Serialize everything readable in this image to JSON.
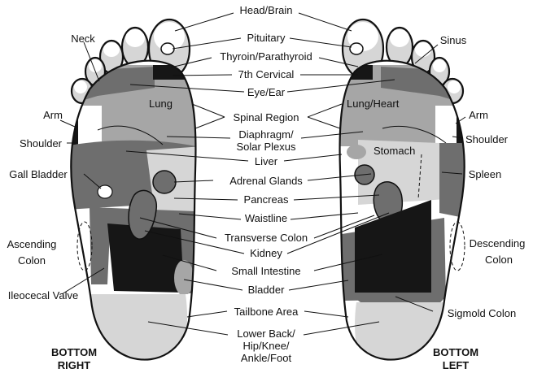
{
  "center_labels": [
    "Head/Brain",
    "Pituitary",
    "Thyroin/Parathyroid",
    "7th Cervical",
    "Eye/Ear",
    "Spinal Region",
    "Diaphragm/",
    "Solar Plexus",
    "Liver",
    "Adrenal Glands",
    "Pancreas",
    "Waistline",
    "Transverse Colon",
    "Kidney",
    "Small Intestine",
    "Bladder",
    "Tailbone Area",
    "Lower Back/",
    "Hip/Knee/",
    "Ankle/Foot"
  ],
  "left_side_labels": {
    "neck": "Neck",
    "arm": "Arm",
    "shoulder": "Shoulder",
    "gall_bladder": "Gall Bladder",
    "ascending_colon_1": "Ascending",
    "ascending_colon_2": "Colon",
    "ileocecal_valve": "Ileocecal Valve"
  },
  "right_side_labels": {
    "sinus": "Sinus",
    "arm": "Arm",
    "shoulder": "Shoulder",
    "spleen": "Spleen",
    "descending_colon_1": "Descending",
    "descending_colon_2": "Colon",
    "sigmoid_colon": "Sigmold Colon"
  },
  "in_foot_labels": {
    "lung": "Lung",
    "lung_heart": "Lung/Heart",
    "stomach": "Stomach"
  },
  "captions": {
    "right_foot_1": "BOTTOM",
    "right_foot_2": "RIGHT",
    "left_foot_1": "BOTTOM",
    "left_foot_2": "LEFT"
  },
  "colors": {
    "outline": "#111111",
    "white": "#ffffff",
    "light_gray": "#d6d6d6",
    "mid_gray": "#a6a6a6",
    "dark_gray": "#6e6e6e",
    "black": "#161616"
  }
}
